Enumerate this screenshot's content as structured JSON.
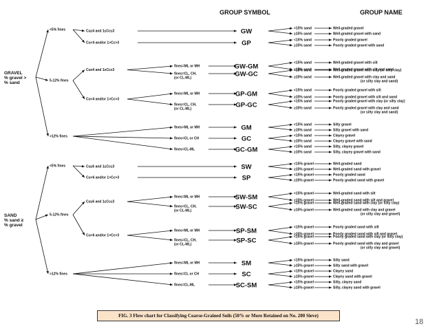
{
  "headers": {
    "group_symbol": "GROUP SYMBOL",
    "group_name": "GROUP NAME"
  },
  "roots": [
    {
      "id": "gravel",
      "lines": [
        "GRAVEL",
        "% gravel >",
        "% sand"
      ]
    },
    {
      "id": "sand",
      "lines": [
        "SAND",
        "% sand ≥",
        "% gravel"
      ]
    }
  ],
  "sections": [
    {
      "root": "gravel",
      "fines": [
        {
          "label": "<5% fines",
          "groups": [
            {
              "cond": [
                "Cu≥4 and 1≤Cc≤3"
              ],
              "symbol": "GW",
              "rows": [
                {
                  "amt": "<15% sand",
                  "name": "Well-graded gravel"
                },
                {
                  "amt": "≥15% sand",
                  "name": "Well-graded gravel with sand"
                }
              ]
            },
            {
              "cond": [
                "Cu<4 and/or 1>Cc>3"
              ],
              "symbol": "GP",
              "rows": [
                {
                  "amt": "<15% sand",
                  "name": "Poorly graded gravel"
                },
                {
                  "amt": "≥15% sand",
                  "name": "Poorly graded gravel with sand"
                }
              ]
            }
          ]
        },
        {
          "label": "5-12% fines",
          "groups": [
            {
              "cond": [
                "Cu≥4 and 1≤Cc≤3"
              ],
              "subs": [
                {
                  "fines": [
                    "fines=ML or MH"
                  ],
                  "symbol": "GW-GM",
                  "rows": [
                    {
                      "amt": "<15% sand",
                      "name": "Well-graded gravel with silt"
                    },
                    {
                      "amt": "≥15% sand",
                      "name": "Well-graded gravel with silt and sand"
                    }
                  ]
                },
                {
                  "fines": [
                    "fines=CL, CH,",
                    "(or CL-ML)"
                  ],
                  "symbol": "GW-GC",
                  "rows": [
                    {
                      "amt": "<15% sand",
                      "name": "Well-graded gravel with clay (or silty clay)"
                    },
                    {
                      "amt": "≥15% sand",
                      "name": "Well-graded gravel with clay and sand",
                      "name2": "(or silty clay and sand)"
                    }
                  ]
                }
              ]
            },
            {
              "cond": [
                "Cu<4 and/or 1>Cc>3"
              ],
              "subs": [
                {
                  "fines": [
                    "fines=ML or MH"
                  ],
                  "symbol": "GP-GM",
                  "rows": [
                    {
                      "amt": "<15% sand",
                      "name": "Poorly graded gravel with silt"
                    },
                    {
                      "amt": "≥15% sand",
                      "name": "Poorly graded gravel with silt and sand"
                    }
                  ]
                },
                {
                  "fines": [
                    "fines=CL, CH,",
                    "(or CL-ML)"
                  ],
                  "symbol": "GP-GC",
                  "rows": [
                    {
                      "amt": "<15% sand",
                      "name": "Poorly graded gravel with clay (or silty clay)"
                    },
                    {
                      "amt": "≥15% sand",
                      "name": "Poorly graded gravel with clay and sand",
                      "name2": "(or silty clay and sand)"
                    }
                  ]
                }
              ]
            }
          ]
        },
        {
          "label": ">12% fines",
          "groups": [
            {
              "cond": [
                "fines=ML or MH"
              ],
              "symbol": "GM",
              "rows": [
                {
                  "amt": "<15% sand",
                  "name": "Silty gravel"
                },
                {
                  "amt": "≥15% sand",
                  "name": "Silty gravel with sand"
                }
              ]
            },
            {
              "cond": [
                "fines=CL or CH"
              ],
              "symbol": "GC",
              "rows": [
                {
                  "amt": "<15% sand",
                  "name": "Clayey gravel"
                },
                {
                  "amt": "≥15% sand",
                  "name": "Clayey gravel with sand"
                }
              ]
            },
            {
              "cond": [
                "fines=CL-ML"
              ],
              "symbol": "GC-GM",
              "rows": [
                {
                  "amt": "<15% sand",
                  "name": "Silty, clayey gravel"
                },
                {
                  "amt": "≥15% sand",
                  "name": "Silty, clayey gravel with sand"
                }
              ]
            }
          ]
        }
      ]
    },
    {
      "root": "sand",
      "fines": [
        {
          "label": "<5% fines",
          "groups": [
            {
              "cond": [
                "Cu≥6 and 1≤Cc≤3"
              ],
              "symbol": "SW",
              "rows": [
                {
                  "amt": "<15% gravel",
                  "name": "Well-graded sand"
                },
                {
                  "amt": "≥15% gravel",
                  "name": "Well-graded sand with gravel"
                }
              ]
            },
            {
              "cond": [
                "Cu<6 and/or 1>Cc>3"
              ],
              "symbol": "SP",
              "rows": [
                {
                  "amt": "<15% gravel",
                  "name": "Poorly graded sand"
                },
                {
                  "amt": "≥15% gravel",
                  "name": "Poorly graded sand with gravel"
                }
              ]
            }
          ]
        },
        {
          "label": "5-12% fines",
          "groups": [
            {
              "cond": [
                "Cu≥6 and 1≤Cc≤3"
              ],
              "subs": [
                {
                  "fines": [
                    "fines=ML or MH"
                  ],
                  "symbol": "SW-SM",
                  "rows": [
                    {
                      "amt": "<15% gravel",
                      "name": "Well-graded sand with silt"
                    },
                    {
                      "amt": "≥15% gravel",
                      "name": "Well-graded sand with silt and gravel"
                    }
                  ]
                },
                {
                  "fines": [
                    "fines=CL, CH,",
                    "(or CL-ML)"
                  ],
                  "symbol": "SW-SC",
                  "rows": [
                    {
                      "amt": "<15% gravel",
                      "name": "Well-graded sand with clay (or silty clay)"
                    },
                    {
                      "amt": "≥15% gravel",
                      "name": "Well-graded sand with clay and gravel",
                      "name2": "(or silty clay and gravel)"
                    }
                  ]
                }
              ]
            },
            {
              "cond": [
                "Cu<6 and/or 1>Cc>3"
              ],
              "subs": [
                {
                  "fines": [
                    "fines=ML or MH"
                  ],
                  "symbol": "SP-SM",
                  "rows": [
                    {
                      "amt": "<15% gravel",
                      "name": "Poorly graded sand with silt"
                    },
                    {
                      "amt": "≥15% gravel",
                      "name": "Poorly graded sand with silt and gravel"
                    }
                  ]
                },
                {
                  "fines": [
                    "fines=CL, CH,",
                    "(or CL-ML)"
                  ],
                  "symbol": "SP-SC",
                  "rows": [
                    {
                      "amt": "<15% gravel",
                      "name": "Poorly graded sand with clay (or silty clay)"
                    },
                    {
                      "amt": "≥15% gravel",
                      "name": "Poorly graded sand with clay and gravel",
                      "name2": "(or silty clay and gravel)"
                    }
                  ]
                }
              ]
            }
          ]
        },
        {
          "label": ">12% fines",
          "groups": [
            {
              "cond": [
                "fines=ML or MH"
              ],
              "symbol": "SM",
              "rows": [
                {
                  "amt": "<15% gravel",
                  "name": "Silty sand"
                },
                {
                  "amt": "≥15% gravel",
                  "name": "Silty sand with gravel"
                }
              ]
            },
            {
              "cond": [
                "fines=CL or CH"
              ],
              "symbol": "SC",
              "rows": [
                {
                  "amt": "<15% gravel",
                  "name": "Clayey sand"
                },
                {
                  "amt": "≥15% gravel",
                  "name": "Clayey sand with gravel"
                }
              ]
            },
            {
              "cond": [
                "fines=CL-ML"
              ],
              "symbol": "SC-SM",
              "rows": [
                {
                  "amt": "<15% gravel",
                  "name": "Silty, clayey sand"
                },
                {
                  "amt": "≥15% gravel",
                  "name": "Silty, clayey sand with gravel"
                }
              ]
            }
          ]
        }
      ]
    }
  ],
  "caption": "FIG. 3  Flow chart for Classifying Coarse-Grained Soils (50% or More Retained on No. 200 Sieve)",
  "page_number": "18",
  "colors": {
    "caption_bg": "#fbe3c9",
    "ink": "#111111"
  }
}
